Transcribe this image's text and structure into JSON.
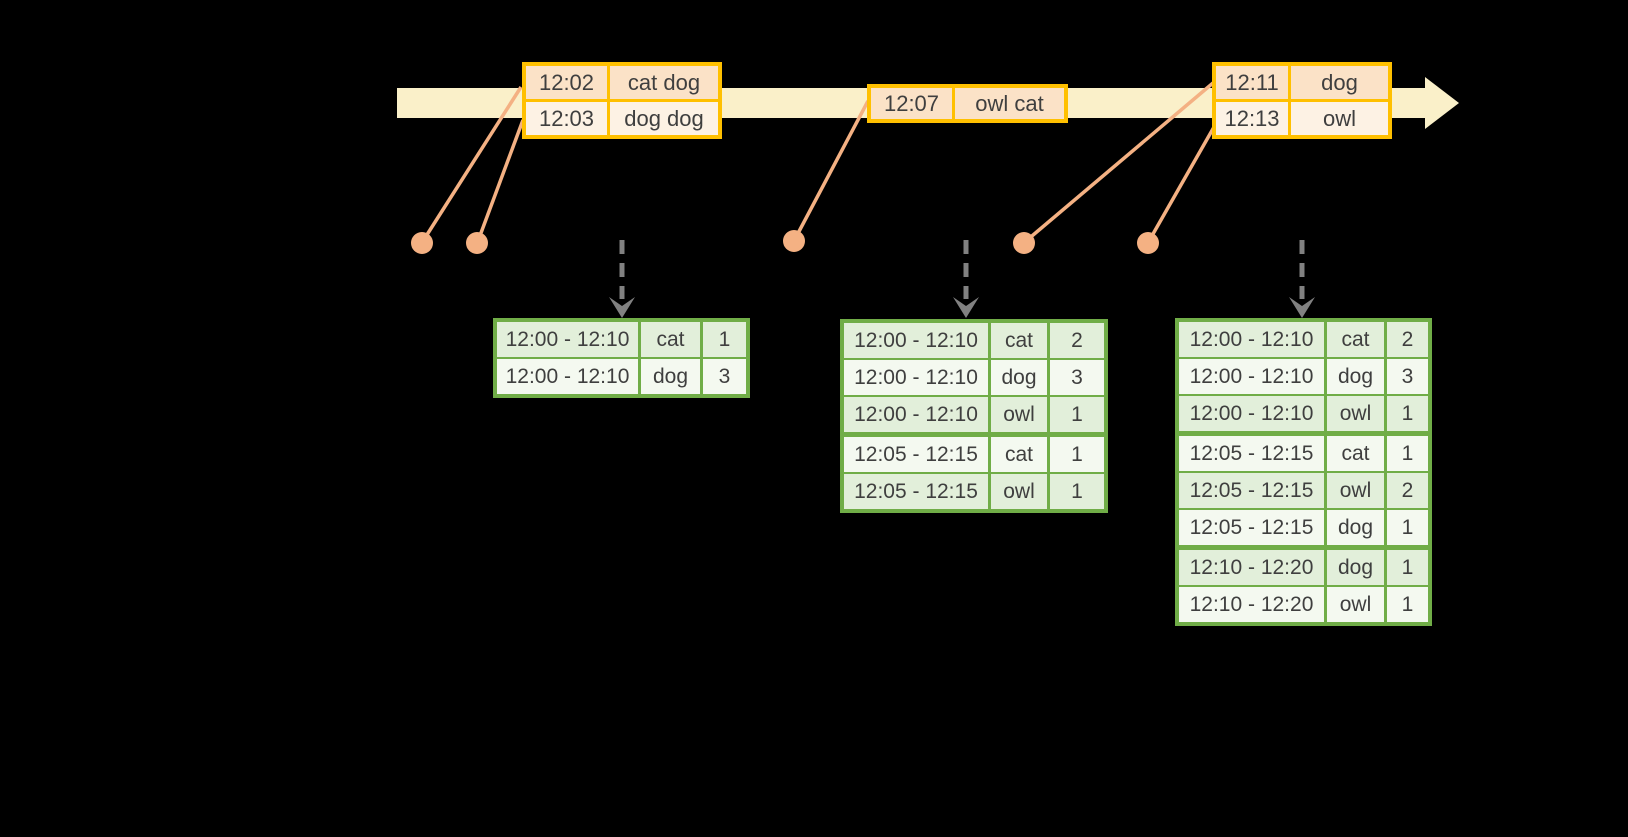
{
  "colors": {
    "background": "#000000",
    "timeline_fill": "#FAF0C9",
    "event_border": "#FFC000",
    "event_row_peach": "#FBE2C7",
    "event_row_cream": "#FDF2E4",
    "connector": "#F4B183",
    "result_border": "#70AD47",
    "result_row_green": "#E2EFDA",
    "result_row_white": "#F4F9F0",
    "arrow_gray": "#818181",
    "text": "#3F3F3F"
  },
  "events": [
    {
      "rows": [
        {
          "time": "12:02",
          "words": "cat dog"
        },
        {
          "time": "12:03",
          "words": "dog dog"
        }
      ]
    },
    {
      "rows": [
        {
          "time": "12:07",
          "words": "owl cat"
        }
      ]
    },
    {
      "rows": [
        {
          "time": "12:11",
          "words": "dog"
        },
        {
          "time": "12:13",
          "words": "owl"
        }
      ]
    }
  ],
  "result_tables": [
    {
      "rows": [
        {
          "window": "12:00 - 12:10",
          "word": "cat",
          "count": "1"
        },
        {
          "window": "12:00 - 12:10",
          "word": "dog",
          "count": "3"
        }
      ]
    },
    {
      "rows": [
        {
          "window": "12:00 - 12:10",
          "word": "cat",
          "count": "2"
        },
        {
          "window": "12:00 - 12:10",
          "word": "dog",
          "count": "3"
        },
        {
          "window": "12:00 - 12:10",
          "word": "owl",
          "count": "1"
        },
        {
          "window": "12:05 - 12:15",
          "word": "cat",
          "count": "1"
        },
        {
          "window": "12:05 - 12:15",
          "word": "owl",
          "count": "1"
        }
      ]
    },
    {
      "rows": [
        {
          "window": "12:00 - 12:10",
          "word": "cat",
          "count": "2"
        },
        {
          "window": "12:00 - 12:10",
          "word": "dog",
          "count": "3"
        },
        {
          "window": "12:00 - 12:10",
          "word": "owl",
          "count": "1"
        },
        {
          "window": "12:05 - 12:15",
          "word": "cat",
          "count": "1"
        },
        {
          "window": "12:05 - 12:15",
          "word": "owl",
          "count": "2"
        },
        {
          "window": "12:05 - 12:15",
          "word": "dog",
          "count": "1"
        },
        {
          "window": "12:10 - 12:20",
          "word": "dog",
          "count": "1"
        },
        {
          "window": "12:10 - 12:20",
          "word": "owl",
          "count": "1"
        }
      ]
    }
  ]
}
